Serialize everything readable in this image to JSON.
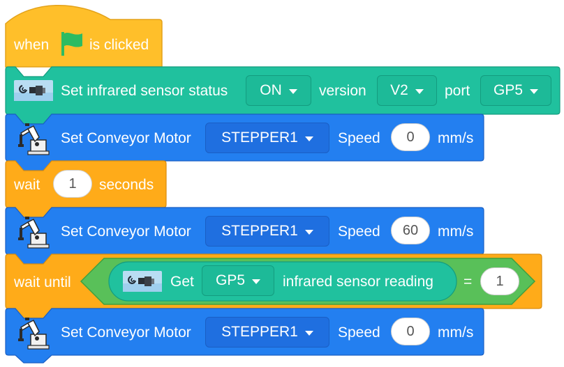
{
  "hat": {
    "label_when": "when",
    "label_clicked": "is clicked",
    "flag_icon": "green-flag-icon",
    "color": "#ffbf2a"
  },
  "infrared_status": {
    "label": "Set infrared sensor status",
    "status_value": "ON",
    "version_label": "version",
    "version_value": "V2",
    "port_label": "port",
    "port_value": "GP5",
    "icon": "infrared-sensor-icon",
    "color": "#20c19e"
  },
  "motor_1": {
    "label": "Set Conveyor Motor",
    "motor_value": "STEPPER1",
    "speed_label": "Speed",
    "speed_value": "0",
    "unit": "mm/s",
    "icon": "robot-arm-icon",
    "color": "#237ff0"
  },
  "wait": {
    "label_wait": "wait",
    "value": "1",
    "label_seconds": "seconds",
    "color": "#ffab19"
  },
  "motor_2": {
    "label": "Set Conveyor Motor",
    "motor_value": "STEPPER1",
    "speed_label": "Speed",
    "speed_value": "60",
    "unit": "mm/s"
  },
  "wait_until": {
    "label": "wait until",
    "operator": "=",
    "compare_value": "1",
    "operator_color": "#59c059",
    "reporter": {
      "label_get": "Get",
      "port_value": "GP5",
      "label_reading": "infrared sensor reading"
    }
  },
  "motor_3": {
    "label": "Set Conveyor Motor",
    "motor_value": "STEPPER1",
    "speed_label": "Speed",
    "speed_value": "0",
    "unit": "mm/s"
  }
}
